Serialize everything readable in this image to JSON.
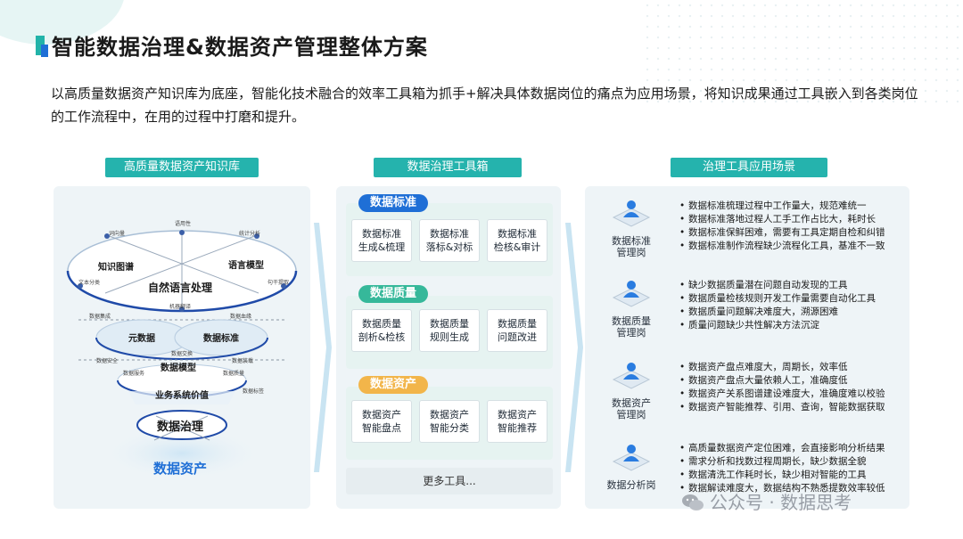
{
  "page": {
    "title": "智能数据治理&数据资产管理整体方案",
    "intro": "以高质量数据资产知识库为底座，智能化技术融合的效率工具箱为抓手+解决具体数据岗位的痛点为应用场景，将知识成果通过工具嵌入到各类岗位的工作流程中，在用的过程中打磨和提升。"
  },
  "columns": {
    "knowledge": "高质量数据资产知识库",
    "toolbox": "数据治理工具箱",
    "scenarios": "治理工具应用场景"
  },
  "knowledge_base": {
    "outer_labels": [
      "词向量",
      "语用性",
      "统计分析",
      "文本分类",
      "句干提取",
      "机器翻译",
      "数据集成",
      "数据血缘",
      "数据交换",
      "数据安全",
      "数据装载",
      "数据服务",
      "数据质量",
      "数据标签"
    ],
    "ring_labels": [
      "知识图谱",
      "语言模型",
      "自然语言处理",
      "元数据",
      "数据标准",
      "数据模型",
      "业务系统价值",
      "数据治理"
    ],
    "base_label": "数据资产"
  },
  "toolbox": {
    "categories": [
      {
        "name": "数据标准",
        "color": "#1f6fd6",
        "tools": [
          [
            "数据标准",
            "生成&梳理"
          ],
          [
            "数据标准",
            "落标&对标"
          ],
          [
            "数据标准",
            "检核&审计"
          ]
        ]
      },
      {
        "name": "数据质量",
        "color": "#36b89a",
        "tools": [
          [
            "数据质量",
            "剖析&检核"
          ],
          [
            "数据质量",
            "规则生成"
          ],
          [
            "数据质量",
            "问题改进"
          ]
        ]
      },
      {
        "name": "数据资产",
        "color": "#f2b54a",
        "tools": [
          [
            "数据资产",
            "智能盘点"
          ],
          [
            "数据资产",
            "智能分类"
          ],
          [
            "数据资产",
            "智能推荐"
          ]
        ]
      }
    ],
    "more": "更多工具..."
  },
  "scenarios": [
    {
      "role": [
        "数据标准",
        "管理岗"
      ],
      "items": [
        "数据标准梳理过程中工作量大，规范难统一",
        "数据标准落地过程人工手工作占比大，耗时长",
        "数据标准保鲜困难，需要有工具定期自检和纠错",
        "数据标准制作流程缺少流程化工具，基准不一致"
      ]
    },
    {
      "role": [
        "数据质量",
        "管理岗"
      ],
      "items": [
        "缺少数据质量潜在问题自动发现的工具",
        "数据质量检核规则开发工作量需要自动化工具",
        "数据质量问题解决难度大，溯源困难",
        "质量问题缺少共性解决方法沉淀"
      ]
    },
    {
      "role": [
        "数据资产",
        "管理岗"
      ],
      "items": [
        "数据资产盘点难度大，周期长，效率低",
        "数据资产盘点大量依赖人工，准确度低",
        "数据资产关系图谱建设难度大，准确度难以校验",
        "数据资产智能推荐、引用、查询，智能数据获取"
      ]
    },
    {
      "role": [
        "数据分析岗"
      ],
      "items": [
        "高质量数据资产定位困难，会直接影响分析结果",
        "需求分析和找数过程周期长，缺少数据全貌",
        "数据清洗工作耗时长，缺少相对智能的工具",
        "数据解读难度大，数据结构不熟悉提数效率较低"
      ]
    }
  ],
  "watermark": "公众号 · 数据思考"
}
